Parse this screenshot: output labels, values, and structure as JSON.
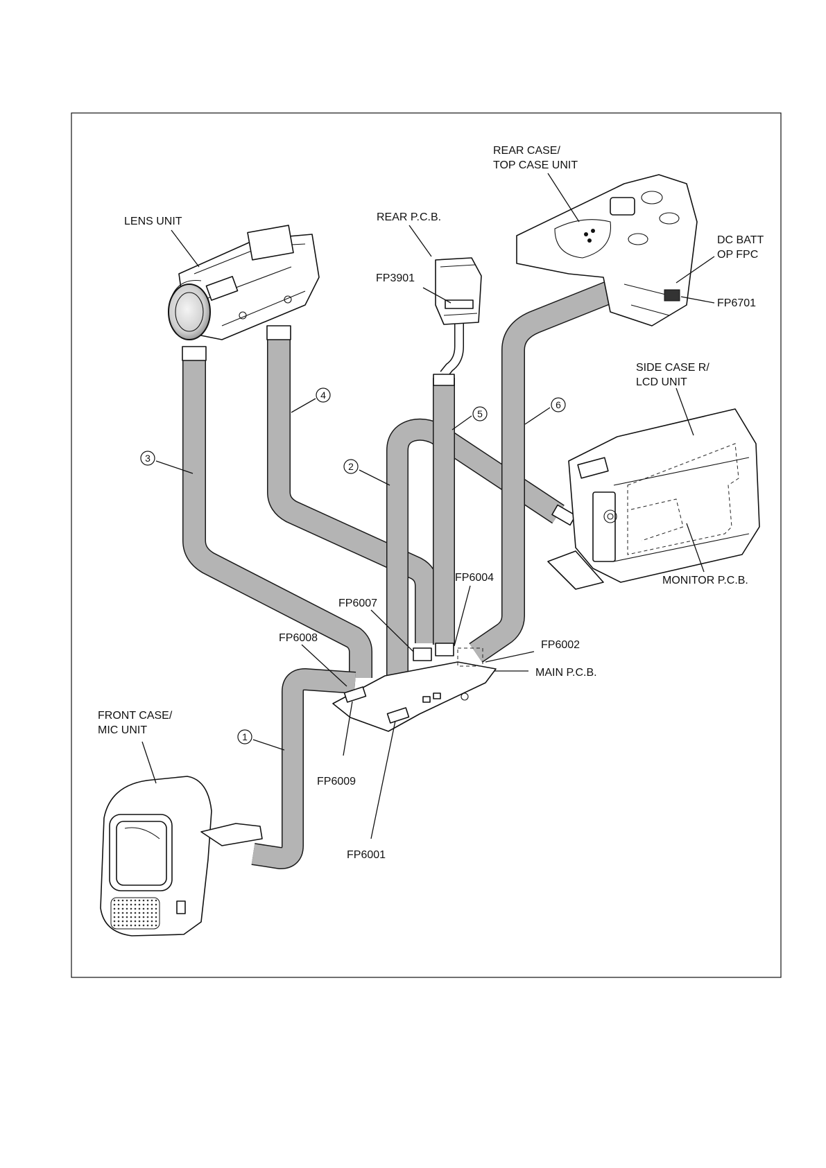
{
  "diagram": {
    "colors": {
      "cable": "#b4b4b4",
      "outline": "#111111",
      "background": "#ffffff"
    },
    "components": {
      "rear_case": {
        "line1": "REAR CASE/",
        "line2": "TOP CASE UNIT"
      },
      "lens_unit": "LENS UNIT",
      "rear_pcb": "REAR P.C.B.",
      "fp3901": "FP3901",
      "dc_batt": {
        "line1": "DC BATT",
        "line2": "OP FPC"
      },
      "fp6701": "FP6701",
      "side_case": {
        "line1": "SIDE CASE R/",
        "line2": "LCD UNIT"
      },
      "monitor_pcb": "MONITOR P.C.B.",
      "fp6004": "FP6004",
      "fp6007": "FP6007",
      "fp6008": "FP6008",
      "fp6002": "FP6002",
      "main_pcb": "MAIN P.C.B.",
      "front_case": {
        "line1": "FRONT CASE/",
        "line2": "MIC UNIT"
      },
      "fp6009": "FP6009",
      "fp6001": "FP6001"
    },
    "cables": [
      "1",
      "2",
      "3",
      "4",
      "5",
      "6"
    ]
  }
}
